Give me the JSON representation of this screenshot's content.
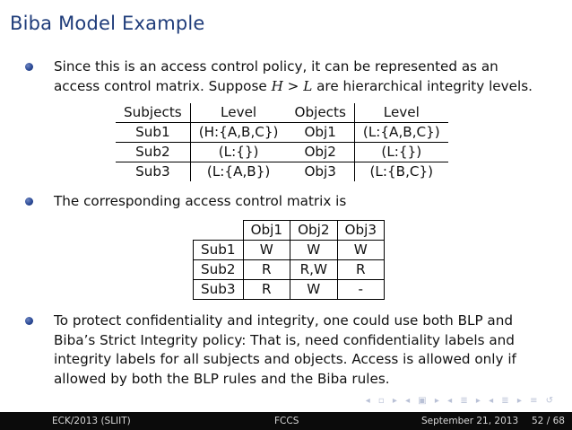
{
  "title": "Biba Model Example",
  "bullet1": {
    "line1": "Since this is an access control policy, it can be represented as an",
    "line2_a": "access control matrix.  Suppose ",
    "H": "H",
    "gt": " > ",
    "L": "L",
    "line2_b": " are hierarchical integrity levels."
  },
  "levels_table": {
    "headers": [
      "Subjects",
      "Level",
      "Objects",
      "Level"
    ],
    "rows": [
      [
        "Sub1",
        "(H:{A,B,C})",
        "Obj1",
        "(L:{A,B,C})"
      ],
      [
        "Sub2",
        "(L:{})",
        "Obj2",
        "(L:{})"
      ],
      [
        "Sub3",
        "(L:{A,B})",
        "Obj3",
        "(L:{B,C})"
      ]
    ]
  },
  "bullet2": "The corresponding access control matrix is",
  "matrix": {
    "headers": [
      "Obj1",
      "Obj2",
      "Obj3"
    ],
    "rows": [
      [
        "Sub1",
        "W",
        "W",
        "W"
      ],
      [
        "Sub2",
        "R",
        "R,W",
        "R"
      ],
      [
        "Sub3",
        "R",
        "W",
        "-"
      ]
    ]
  },
  "bullet3": {
    "line1": "To protect confidentiality and integrity, one could use both BLP and",
    "line2": "Biba’s Strict Integrity policy: That is, need confidentiality labels and",
    "line3": "integrity labels for all subjects and objects.  Access is allowed only if",
    "line4": "allowed by both the BLP rules and the Biba rules."
  },
  "footer": {
    "left": "ECK/2013  (SLIIT)",
    "center": "FCCS",
    "date": "September 21, 2013",
    "page": "52 / 68"
  },
  "colors": {
    "title": "#1f3c7a",
    "bullet": "#2b4a96",
    "footer_bg": "#0b0b0b"
  }
}
